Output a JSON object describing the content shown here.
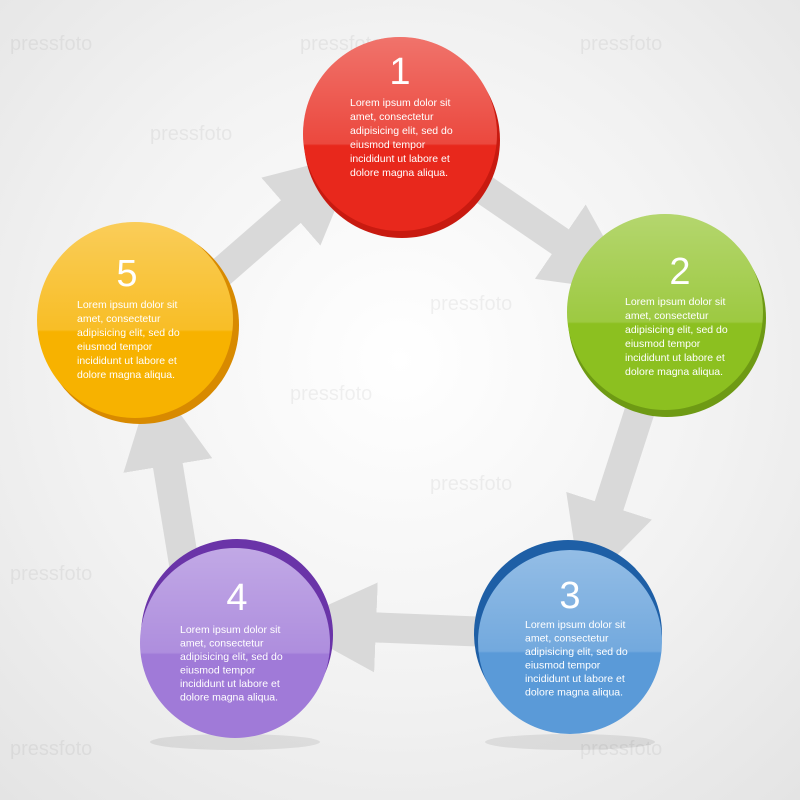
{
  "watermark": "pressfoto",
  "colors": {
    "step1": "#e8281c",
    "step2": "#8cc020",
    "step3": "#2a7cc8",
    "step4": "#8a50c8",
    "step5": "#f5aa00",
    "arrow": "#d4d4d4"
  },
  "steps": [
    {
      "number": "1",
      "lines": [
        "Lorem ipsum dolor sit",
        "amet, consectetur",
        "adipisicing elit, sed do",
        "eiusmod tempor",
        "incididunt ut labore et",
        "dolore magna aliqua."
      ]
    },
    {
      "number": "2",
      "lines": [
        "Lorem ipsum dolor sit",
        "amet, consectetur",
        "adipisicing elit, sed do",
        "eiusmod tempor",
        "incididunt ut labore et",
        "dolore magna aliqua."
      ]
    },
    {
      "number": "3",
      "lines": [
        "Lorem ipsum dolor sit",
        "amet, consectetur",
        "adipisicing elit, sed do",
        "eiusmod tempor",
        "incididunt ut labore et",
        "dolore magna aliqua."
      ]
    },
    {
      "number": "4",
      "lines": [
        "Lorem ipsum dolor sit",
        "amet, consectetur",
        "adipisicing elit, sed do",
        "eiusmod tempor",
        "incididunt ut labore et",
        "dolore magna aliqua."
      ]
    },
    {
      "number": "5",
      "lines": [
        "Lorem ipsum dolor sit",
        "amet, consectetur",
        "adipisicing elit, sed do",
        "eiusmod tempor",
        "incididunt ut labore et",
        "dolore magna aliqua."
      ]
    }
  ]
}
